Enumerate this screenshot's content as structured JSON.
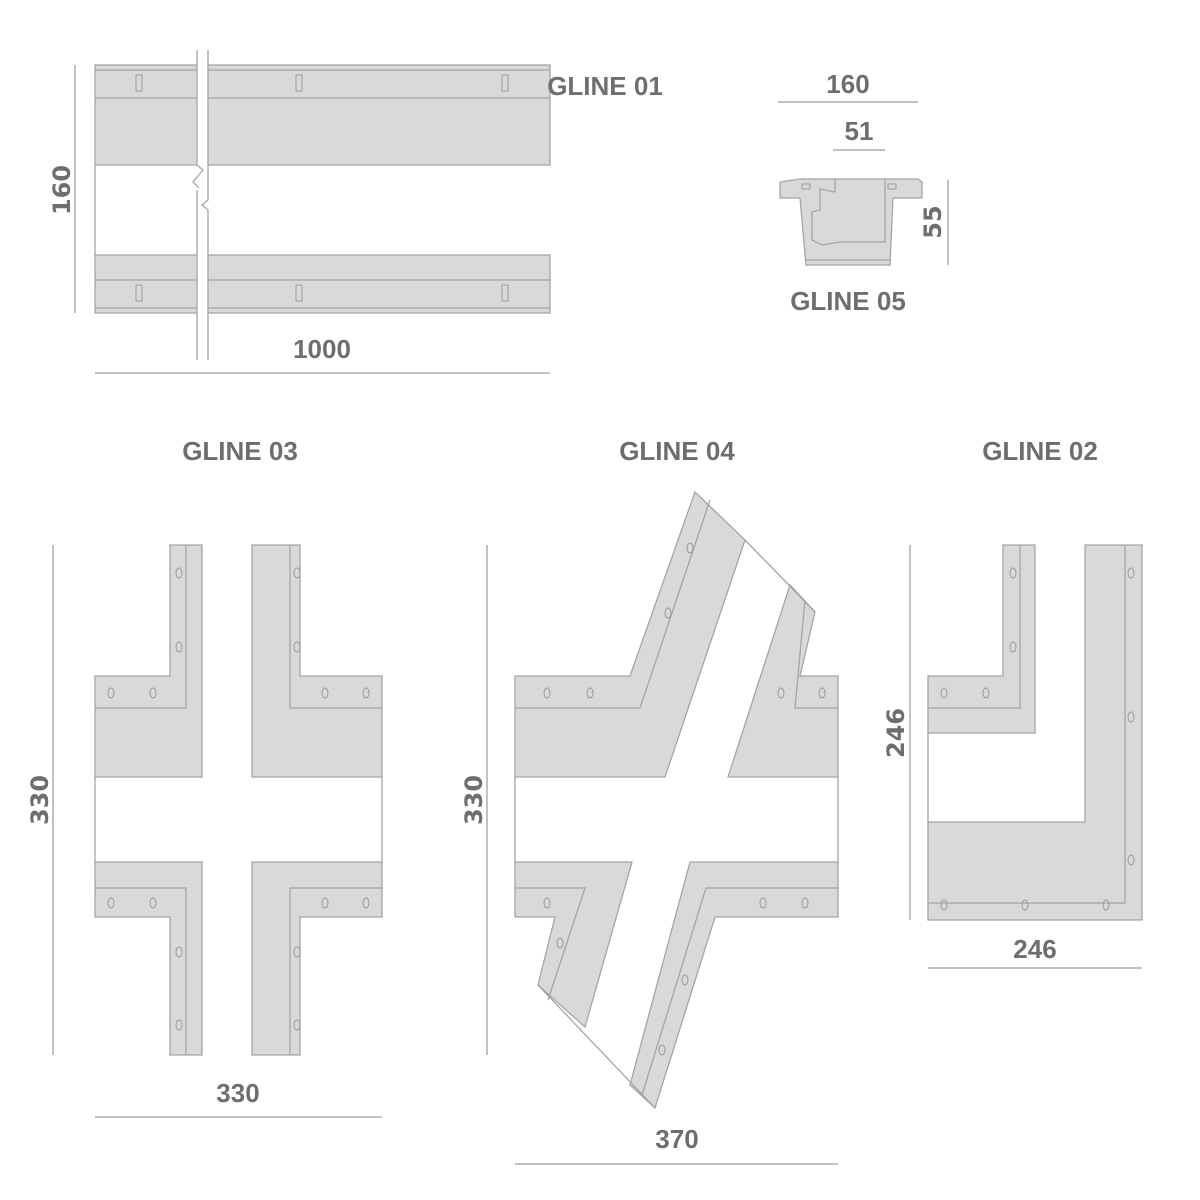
{
  "labels": {
    "gline01": "GLINE 01",
    "gline02": "GLINE 02",
    "gline03": "GLINE 03",
    "gline04": "GLINE 04",
    "gline05": "GLINE 05"
  },
  "dimensions": {
    "g01_height": "160",
    "g01_length": "1000",
    "g05_width": "160",
    "g05_inner": "51",
    "g05_height": "55",
    "g03_height": "330",
    "g03_width": "330",
    "g04_height": "330",
    "g04_width": "370",
    "g02_height": "246",
    "g02_width": "246"
  },
  "colors": {
    "fill": "#d9d9d9",
    "line": "#a5a5a5",
    "text": "#6e6e6e"
  }
}
